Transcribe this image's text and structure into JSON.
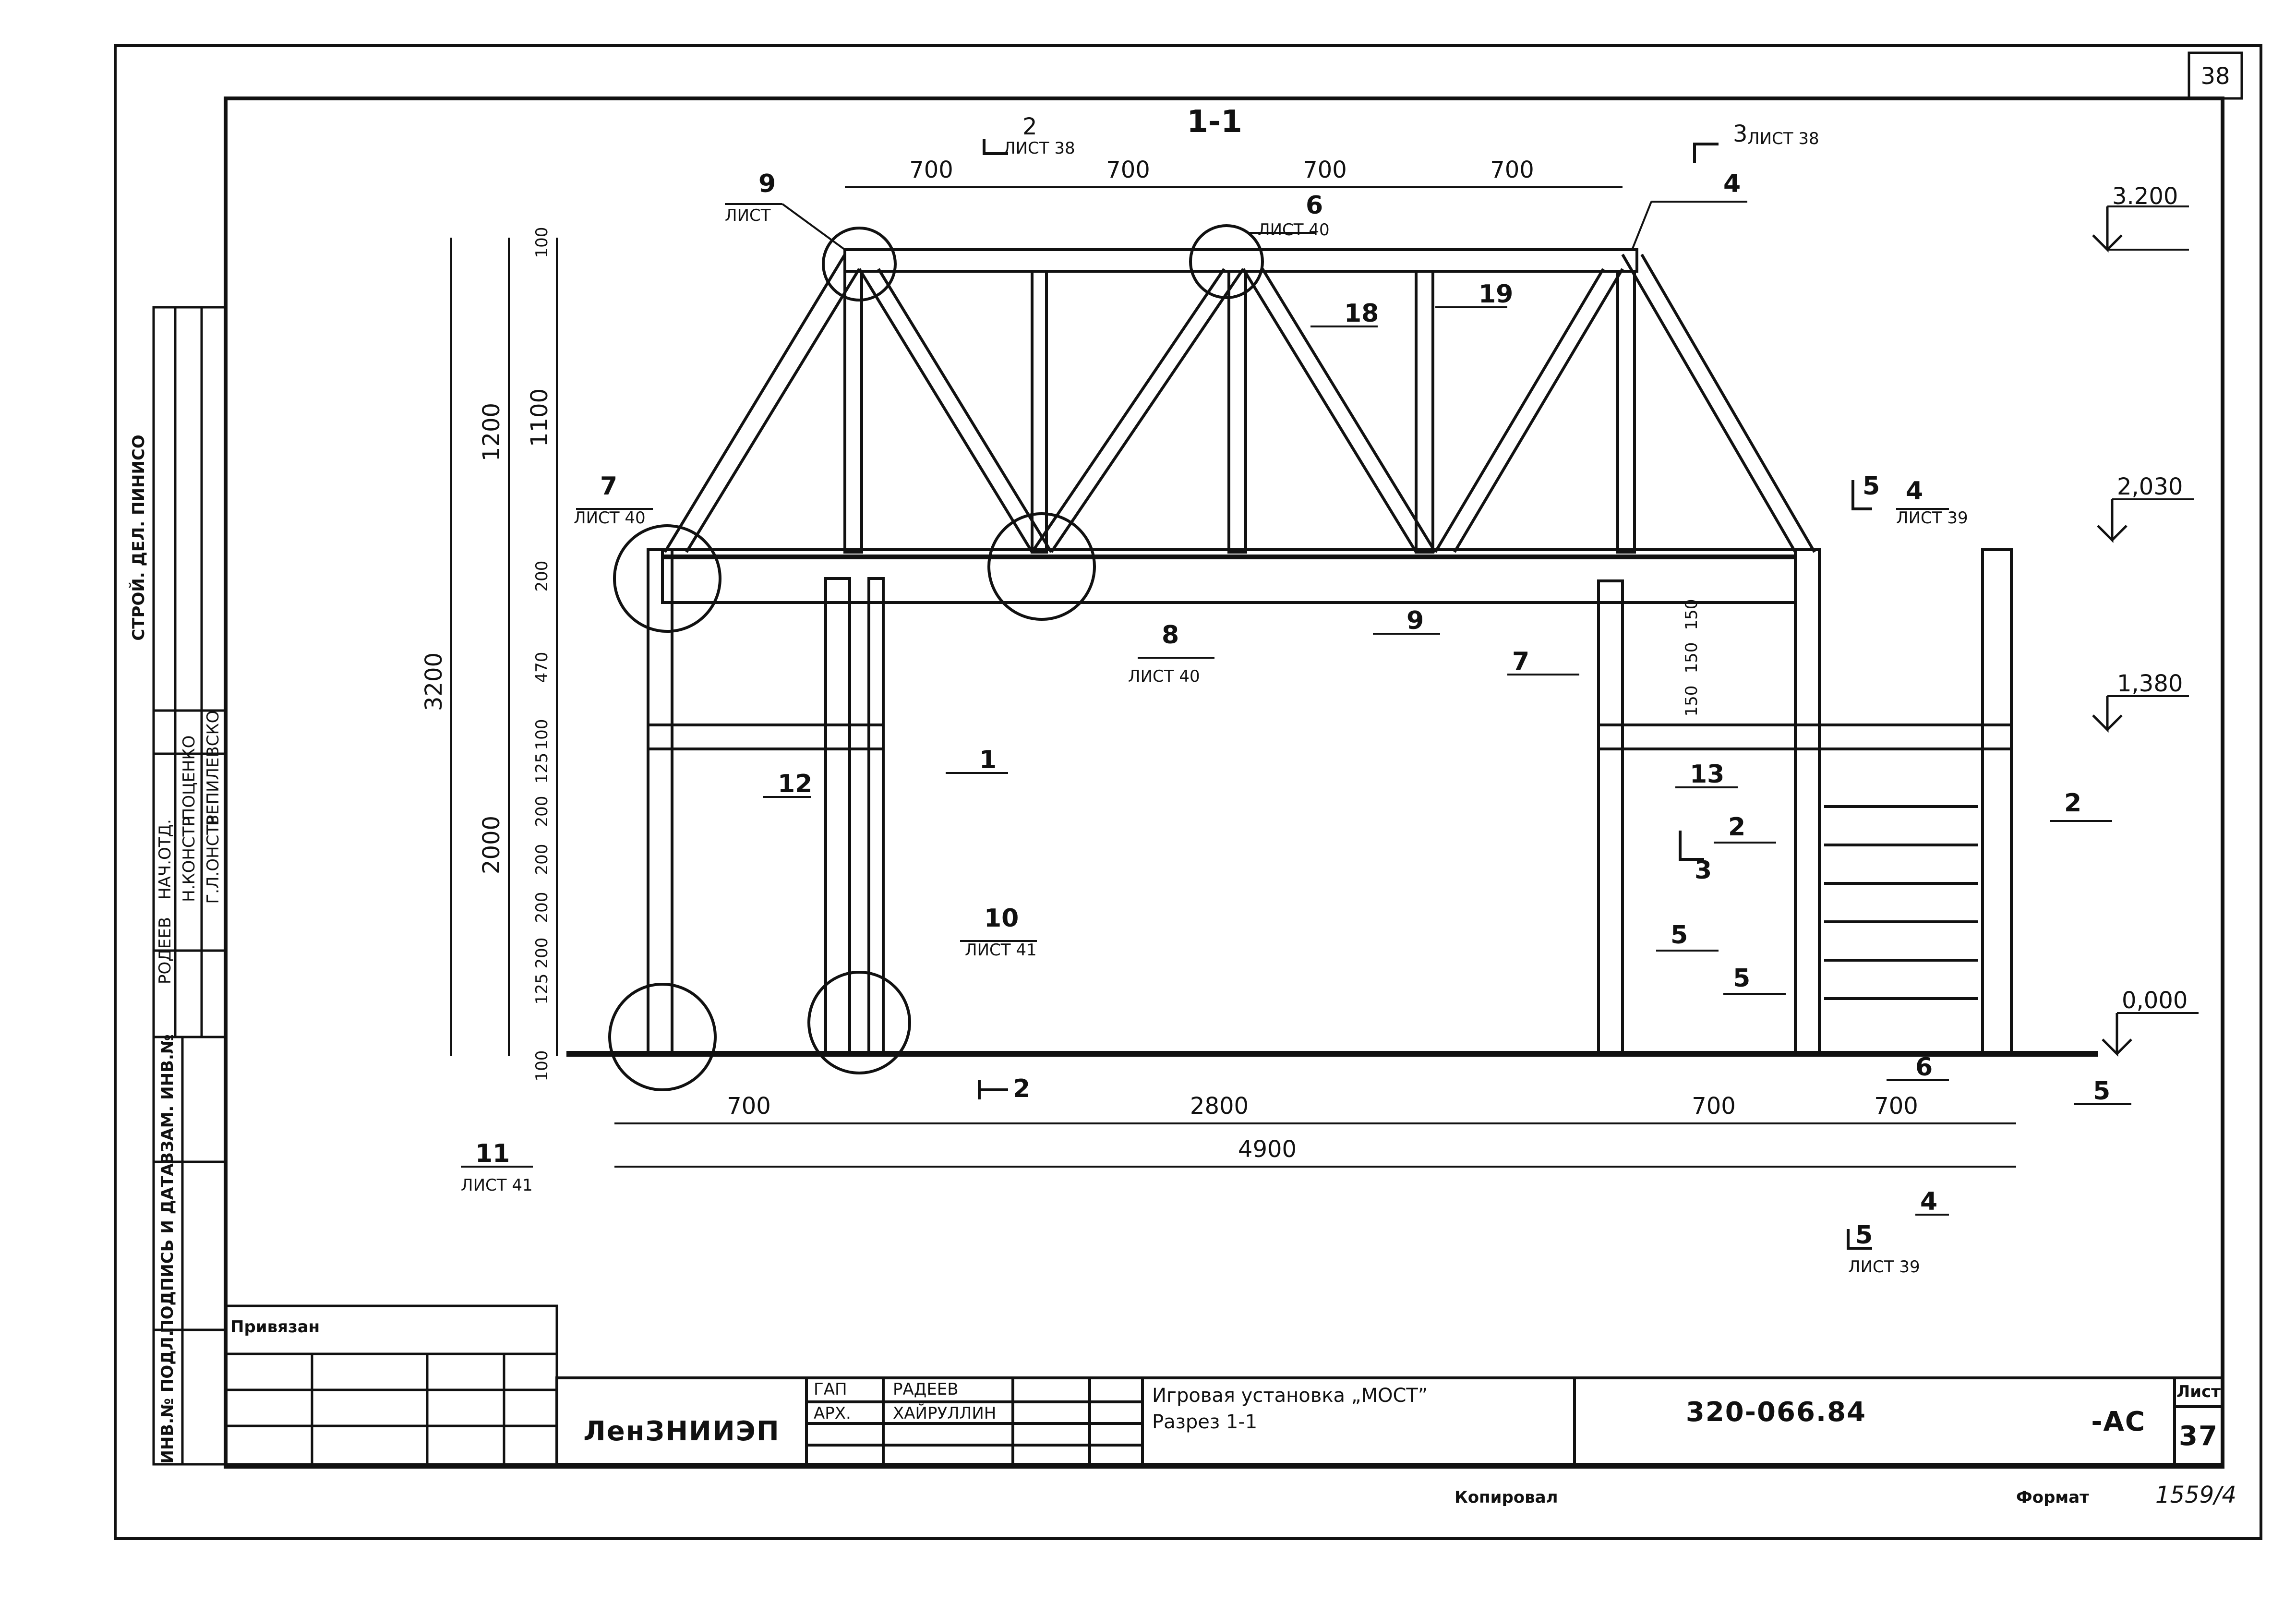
{
  "sheet_corner_number": "38",
  "section_title": "1-1",
  "section_marks": [
    {
      "num": "2",
      "ref": "ЛИСТ 38"
    },
    {
      "num": "3",
      "ref": "ЛИСТ 38"
    },
    {
      "num": "4",
      "ref": "ЛИСТ 39"
    },
    {
      "num": "5",
      "ref": "ЛИСТ 39"
    }
  ],
  "section_mark_small": [
    "2",
    "3",
    "5"
  ],
  "elevations": [
    "3.200",
    "2,030",
    "1,380",
    "0,000"
  ],
  "top_dims": [
    "700",
    "700",
    "700",
    "700"
  ],
  "bottom_dims": [
    "700",
    "2800",
    "700",
    "700",
    "4900"
  ],
  "left_dims": [
    "3200",
    "1200",
    "100",
    "1100",
    "200",
    "470",
    "100",
    "2000",
    "125",
    "200",
    "200",
    "200",
    "200",
    "125",
    "100"
  ],
  "right_dims": [
    "150",
    "150",
    "150"
  ],
  "callouts": [
    {
      "num": "9",
      "ref": "ЛИСТ"
    },
    {
      "num": "6",
      "ref": "ЛИСТ 40"
    },
    {
      "num": "4"
    },
    {
      "num": "18"
    },
    {
      "num": "19"
    },
    {
      "num": "7",
      "ref": "ЛИСТ 40"
    },
    {
      "num": "8",
      "ref": "ЛИСТ 40"
    },
    {
      "num": "9"
    },
    {
      "num": "7"
    },
    {
      "num": "1"
    },
    {
      "num": "12"
    },
    {
      "num": "13"
    },
    {
      "num": "2"
    },
    {
      "num": "2"
    },
    {
      "num": "5"
    },
    {
      "num": "5"
    },
    {
      "num": "10",
      "ref": "ЛИСТ 41"
    },
    {
      "num": "11",
      "ref": "ЛИСТ 41"
    },
    {
      "num": "6"
    },
    {
      "num": "5"
    }
  ],
  "side_stamp": {
    "rows": [
      {
        "role": "НАЧ.ОТД.",
        "name": "РОДЕЕВ"
      },
      {
        "role": "Н.КОНСТР",
        "name": "ПОЦЕНКО"
      },
      {
        "role": "Г.Л.ОНСТР",
        "name": "ВЕПИЛЕВСКО"
      }
    ],
    "vertical_text": "СТРОЙ. ДЕЛ. ПИНИСО"
  },
  "side_fields": [
    "ИНВ.№ ПОДЛ.",
    "ПОДПИСЬ И ДАТА",
    "ВЗАМ. ИНВ.№"
  ],
  "attached_label": "Привязан",
  "org": "ЛенЗНИИЭП",
  "staff": [
    {
      "role": "ГАП",
      "name": "РАДЕЕВ"
    },
    {
      "role": "АРХ.",
      "name": "ХАЙРУЛЛИН"
    }
  ],
  "drawing_title_line1": "Игровая установка „МОСТ”",
  "drawing_title_line2": "Разрез 1-1",
  "doc_code": "320-066.84",
  "stage": "-АС",
  "sheet_label": "Лист",
  "sheet_number": "37",
  "footer_copied": "Копировал",
  "footer_format": "Формат",
  "handwritten_code": "1559/4"
}
